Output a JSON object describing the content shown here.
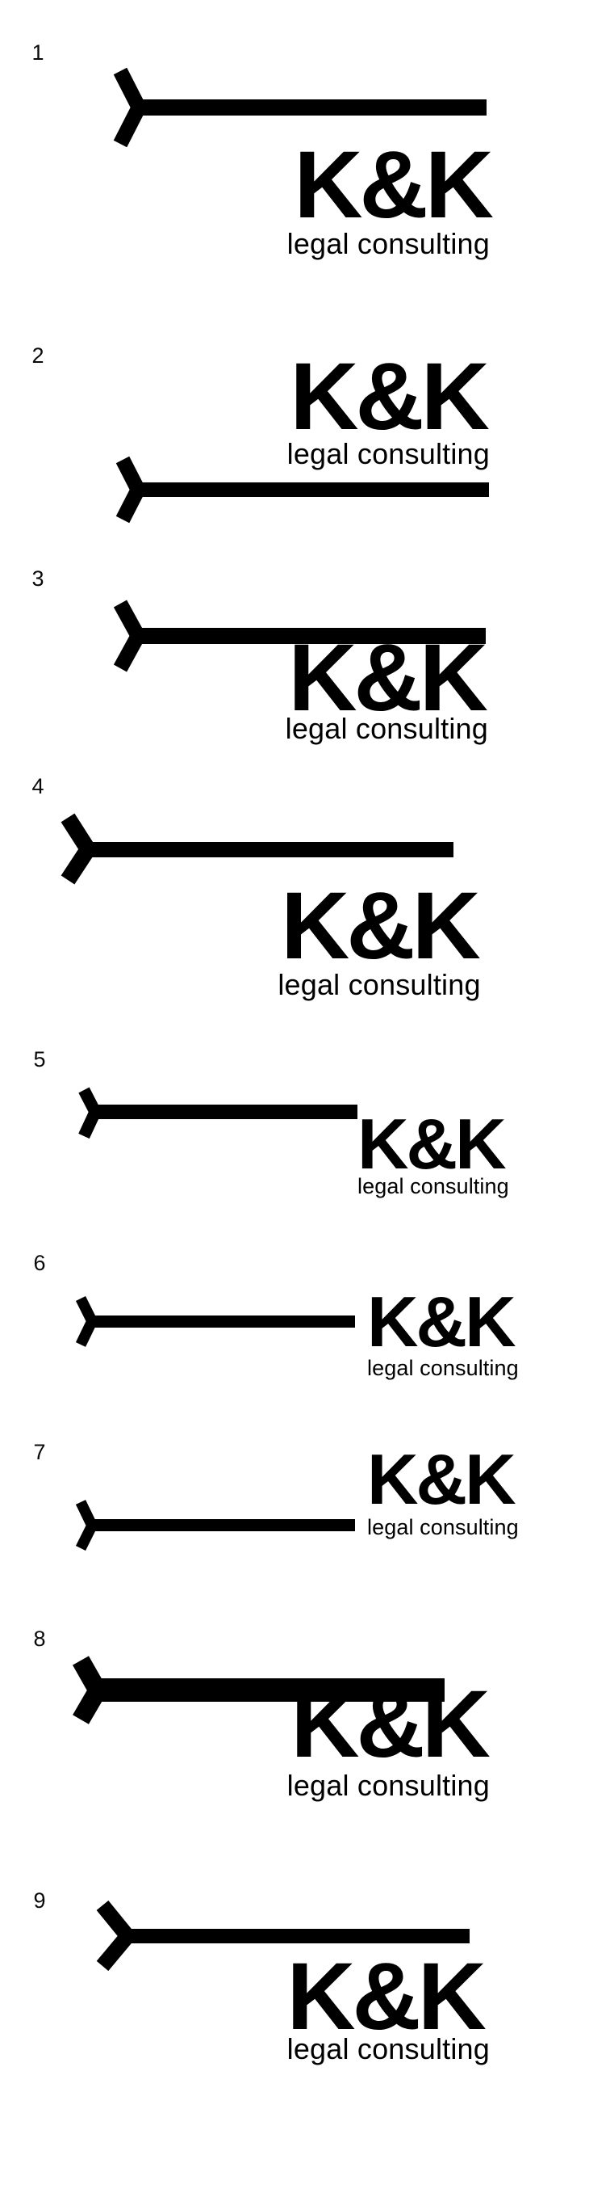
{
  "page": {
    "background": "#ffffff",
    "ink": "#000000",
    "description": "Logo concept proof sheet, 9 numbered variants"
  },
  "brand": {
    "wordmark": "K&K",
    "tagline": "legal consulting"
  },
  "variants": [
    {
      "number": "1"
    },
    {
      "number": "2"
    },
    {
      "number": "3"
    },
    {
      "number": "4"
    },
    {
      "number": "5"
    },
    {
      "number": "6"
    },
    {
      "number": "7"
    },
    {
      "number": "8"
    },
    {
      "number": "9"
    }
  ]
}
